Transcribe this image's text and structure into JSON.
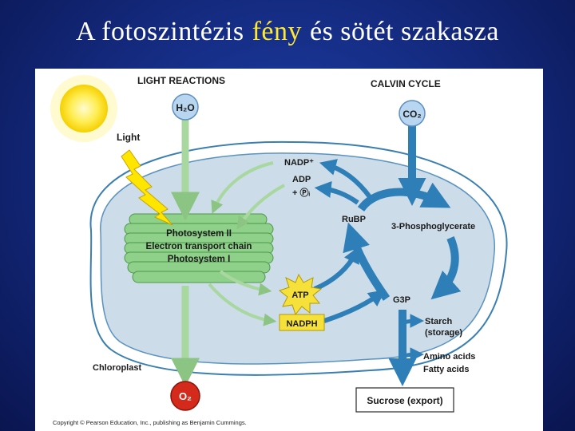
{
  "slide": {
    "title_part1": "A fotoszintézis",
    "title_highlight": "fény",
    "title_part2": "és sötét szakasza"
  },
  "diagram": {
    "light_reactions_title": "LIGHT REACTIONS",
    "calvin_cycle_title": "CALVIN CYCLE",
    "h2o": "H₂O",
    "co2": "CO₂",
    "o2": "O₂",
    "light": "Light",
    "nadp_plus": "NADP⁺",
    "adp": "ADP",
    "pi": "+ Ⓟᵢ",
    "rubp": "RuBP",
    "phosphoglycerate": "3-Phosphoglycerate",
    "atp": "ATP",
    "nadph": "NADPH",
    "g3p": "G3P",
    "starch": "Starch",
    "storage": "(storage)",
    "amino_acids": "Amino acids",
    "fatty_acids": "Fatty acids",
    "sucrose": "Sucrose (export)",
    "chloroplast": "Chloroplast",
    "photosystem_ii": "Photosystem II",
    "electron_transport_chain": "Electron transport chain",
    "photosystem_i": "Photosystem I",
    "copyright": "Copyright © Pearson Education, Inc., publishing as Benjamin Cummings."
  },
  "colors": {
    "background": "#1a3696",
    "title_highlight": "#ffe833",
    "arrow_green": "#a8d8a0",
    "arrow_blue": "#2e7fb8",
    "stroma": "#ccdce8",
    "atp_yellow": "#f5e13a",
    "o2_red": "#d42a1c"
  },
  "icons": [
    "sun-icon",
    "lightning-icon"
  ]
}
